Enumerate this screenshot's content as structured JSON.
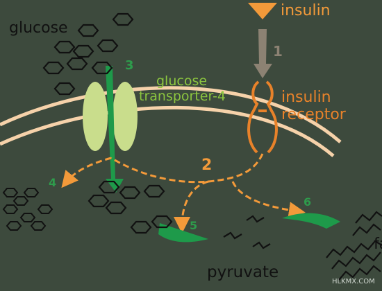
{
  "labels": {
    "glucose": "glucose",
    "insulin": "insulin",
    "glut4": [
      "glucose",
      "transporter-4"
    ],
    "receptor": [
      "insulin",
      "receptor"
    ],
    "pyruvate": "pyruvate",
    "fa_partial": "fa",
    "watermark": "HLKMX.COM"
  },
  "steps": [
    "1",
    "2",
    "3",
    "4",
    "5",
    "6"
  ],
  "colors": {
    "background": "#3d4a3d",
    "text_dark": "#111111",
    "insulin_orange": "#f39a3a",
    "receptor_orange": "#e8822a",
    "glut4_green": "#8cc63f",
    "transporter_fill": "#c9dd8c",
    "arrow_green": "#1e9a4a",
    "step_green": "#2e9c4c",
    "arrow_gray": "#8c8273",
    "membrane": "#f6d2aa",
    "watermark": "#cfd6cf"
  }
}
